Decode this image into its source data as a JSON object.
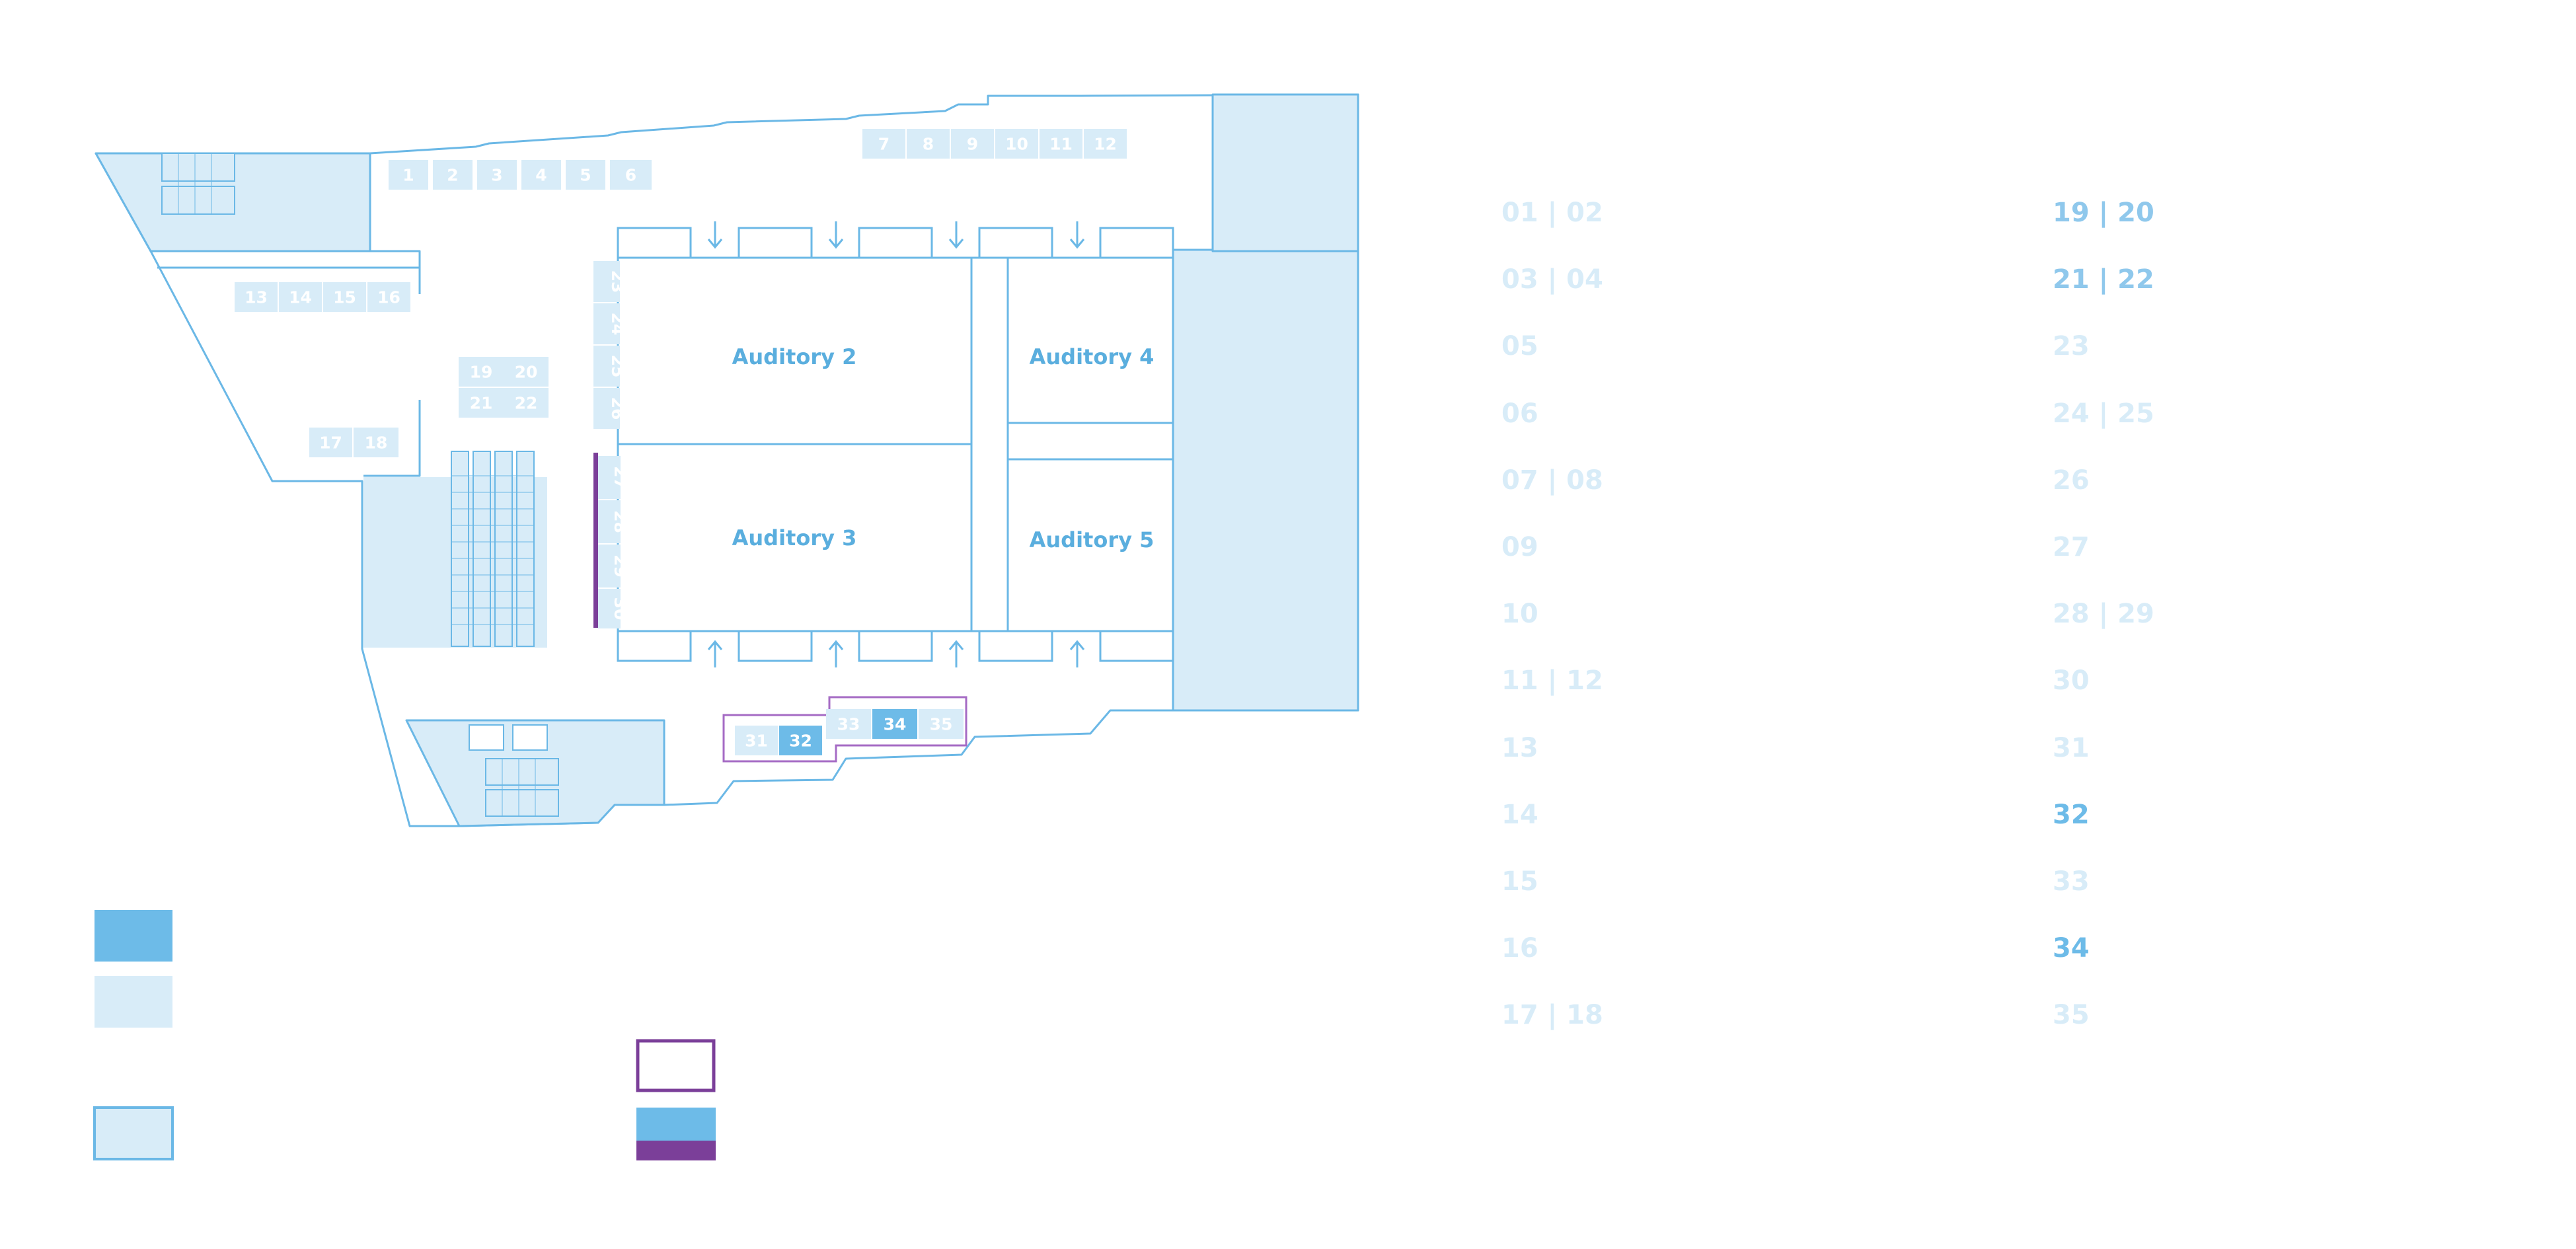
{
  "colors": {
    "line": "#6bb8e6",
    "booth_light": "#d8ecf8",
    "booth_sold": "#6dbbe8",
    "booth_num_light": "#ffffff",
    "booth_num_sold": "#ffffff",
    "accent_purple": "#7b3f99",
    "index_inactive": "#d8ecf8",
    "index_active": "#8fc8ec",
    "index_sold": "#6dbbe8"
  },
  "rooms": {
    "auditory_2": "Auditory 2",
    "auditory_3": "Auditory 3",
    "auditory_4": "Auditory 4",
    "auditory_5": "Auditory 5"
  },
  "booths": [
    {
      "num": "1",
      "status": "free"
    },
    {
      "num": "2",
      "status": "free"
    },
    {
      "num": "3",
      "status": "free"
    },
    {
      "num": "4",
      "status": "free"
    },
    {
      "num": "5",
      "status": "free"
    },
    {
      "num": "6",
      "status": "free"
    },
    {
      "num": "7",
      "status": "free"
    },
    {
      "num": "8",
      "status": "free"
    },
    {
      "num": "9",
      "status": "free"
    },
    {
      "num": "10",
      "status": "free"
    },
    {
      "num": "11",
      "status": "free"
    },
    {
      "num": "12",
      "status": "free"
    },
    {
      "num": "13",
      "status": "free"
    },
    {
      "num": "14",
      "status": "free"
    },
    {
      "num": "15",
      "status": "free"
    },
    {
      "num": "16",
      "status": "free"
    },
    {
      "num": "17",
      "status": "free"
    },
    {
      "num": "18",
      "status": "free"
    },
    {
      "num": "19",
      "status": "free"
    },
    {
      "num": "20",
      "status": "free"
    },
    {
      "num": "21",
      "status": "free"
    },
    {
      "num": "22",
      "status": "free"
    },
    {
      "num": "23",
      "status": "free"
    },
    {
      "num": "24",
      "status": "free"
    },
    {
      "num": "25",
      "status": "free"
    },
    {
      "num": "26",
      "status": "free"
    },
    {
      "num": "27",
      "status": "free"
    },
    {
      "num": "28",
      "status": "free"
    },
    {
      "num": "29",
      "status": "free"
    },
    {
      "num": "30",
      "status": "free"
    },
    {
      "num": "31",
      "status": "free"
    },
    {
      "num": "32",
      "status": "sold"
    },
    {
      "num": "33",
      "status": "free"
    },
    {
      "num": "34",
      "status": "sold"
    },
    {
      "num": "35",
      "status": "free"
    }
  ],
  "index_left": [
    {
      "label": "01 | 02",
      "state": "inactive"
    },
    {
      "label": "03 | 04",
      "state": "inactive"
    },
    {
      "label": "05",
      "state": "inactive"
    },
    {
      "label": "06",
      "state": "inactive"
    },
    {
      "label": "07 | 08",
      "state": "inactive"
    },
    {
      "label": "09",
      "state": "inactive"
    },
    {
      "label": "10",
      "state": "inactive"
    },
    {
      "label": "11 | 12",
      "state": "inactive"
    },
    {
      "label": "13",
      "state": "inactive"
    },
    {
      "label": "14",
      "state": "inactive"
    },
    {
      "label": "15",
      "state": "inactive"
    },
    {
      "label": "16",
      "state": "inactive"
    },
    {
      "label": "17 | 18",
      "state": "inactive"
    }
  ],
  "index_right": [
    {
      "label": "19 | 20",
      "state": "active"
    },
    {
      "label": "21 | 22",
      "state": "active"
    },
    {
      "label": "23",
      "state": "inactive"
    },
    {
      "label": "24 | 25",
      "state": "inactive"
    },
    {
      "label": "26",
      "state": "inactive"
    },
    {
      "label": "27",
      "state": "inactive"
    },
    {
      "label": "28 | 29",
      "state": "inactive"
    },
    {
      "label": "30",
      "state": "inactive"
    },
    {
      "label": "31",
      "state": "inactive"
    },
    {
      "label": "32",
      "state": "sold"
    },
    {
      "label": "33",
      "state": "inactive"
    },
    {
      "label": "34",
      "state": "sold"
    },
    {
      "label": "35",
      "state": "inactive"
    }
  ]
}
